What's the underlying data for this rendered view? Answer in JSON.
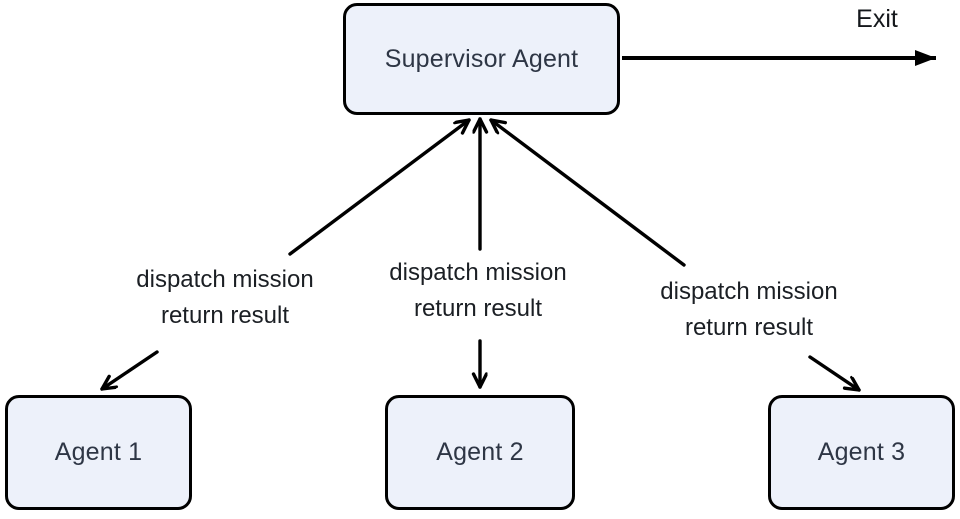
{
  "diagram": {
    "type": "flowchart",
    "nodes": {
      "supervisor": {
        "label": "Supervisor Agent"
      },
      "agent1": {
        "label": "Agent 1"
      },
      "agent2": {
        "label": "Agent 2"
      },
      "agent3": {
        "label": "Agent 3"
      }
    },
    "edges": [
      {
        "name": "supervisor-to-exit",
        "from": "supervisor",
        "to": "exit",
        "label": "Exit",
        "arrowhead": "solid-triangle"
      },
      {
        "name": "agent1-supervisor-bidirectional",
        "from": "agent1",
        "to": "supervisor",
        "label_line1": "dispatch mission",
        "label_line2": "return result",
        "arrowhead": "open-vee"
      },
      {
        "name": "agent2-supervisor-bidirectional",
        "from": "agent2",
        "to": "supervisor",
        "label_line1": "dispatch mission",
        "label_line2": "return result",
        "arrowhead": "open-vee"
      },
      {
        "name": "agent3-supervisor-bidirectional",
        "from": "agent3",
        "to": "supervisor",
        "label_line1": "dispatch mission",
        "label_line2": "return result",
        "arrowhead": "open-vee"
      }
    ],
    "colors": {
      "background": "#ffffff",
      "node_fill": "#edf1fa",
      "node_border": "#000000",
      "node_text": "#2e3645",
      "edge_stroke": "#000000",
      "label_text": "#1b1f24"
    }
  }
}
